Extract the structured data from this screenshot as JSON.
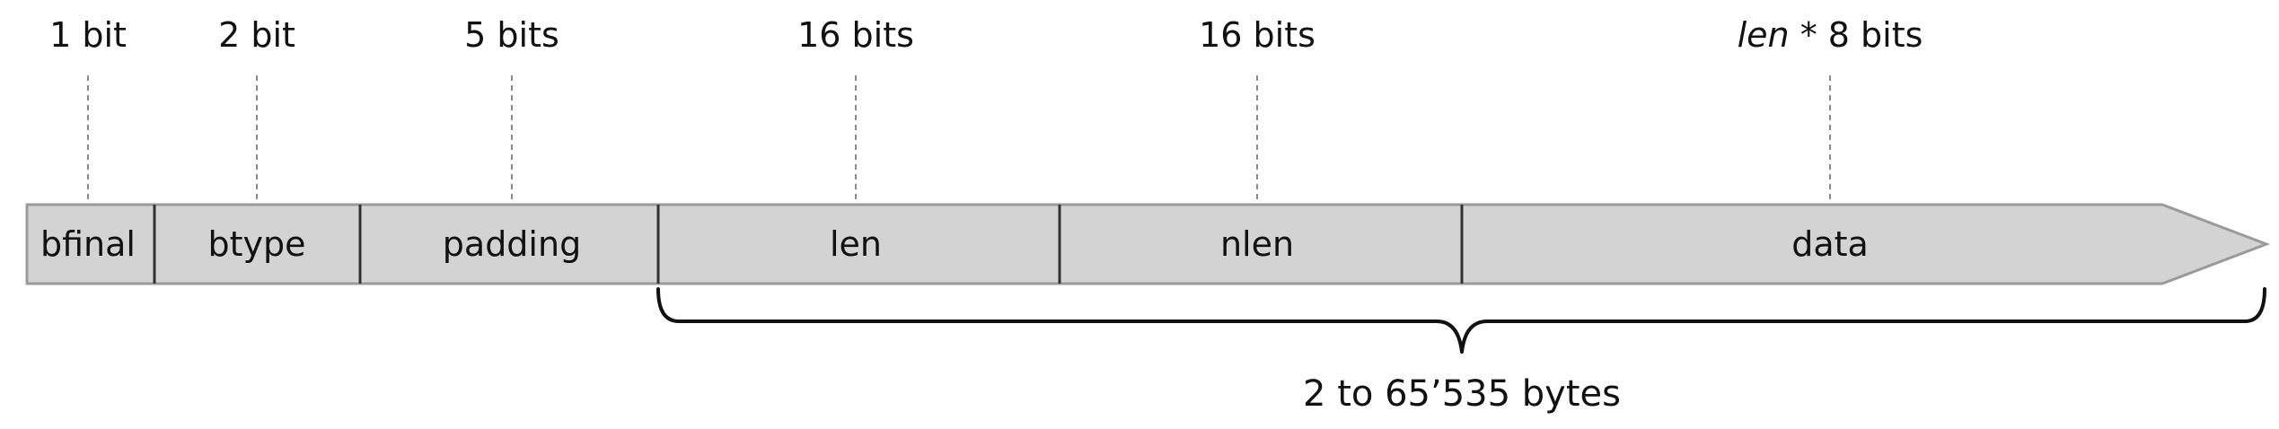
{
  "fields": [
    {
      "id": "bfinal",
      "label": "bfinal",
      "size": "1 bit"
    },
    {
      "id": "btype",
      "label": "btype",
      "size": "2 bit"
    },
    {
      "id": "padding",
      "label": "padding",
      "size": "5 bits"
    },
    {
      "id": "len",
      "label": "len",
      "size": "16 bits"
    },
    {
      "id": "nlen",
      "label": "nlen",
      "size": "16 bits"
    },
    {
      "id": "data",
      "label": "data",
      "size_em": "len",
      "size_rest": " * 8 bits"
    }
  ],
  "range_label": "2 to 65’535 bytes",
  "colors": {
    "block_fill": "#d3d3d3",
    "block_stroke": "#9a9a9a",
    "divider": "#333333",
    "text": "#111111"
  }
}
